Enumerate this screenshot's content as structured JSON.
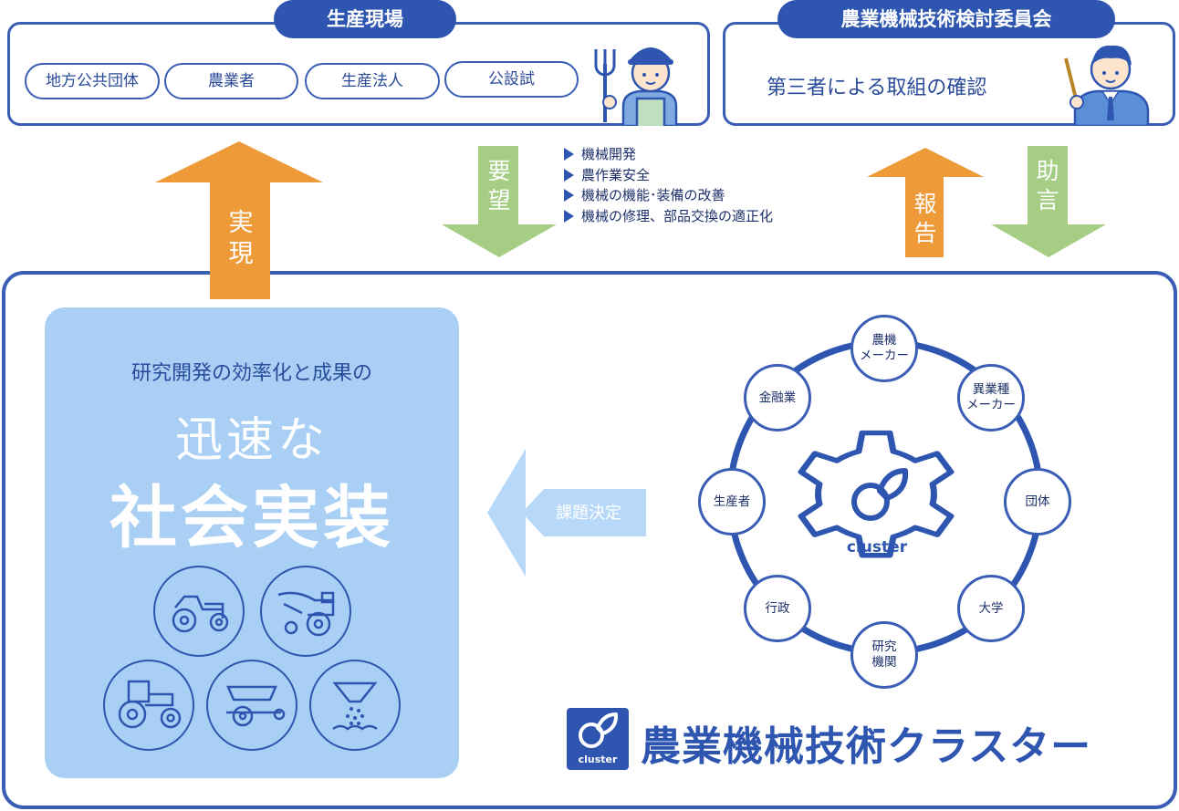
{
  "colors": {
    "primary": "#2e56b0",
    "orange": "#ee9a38",
    "green": "#a5cd84",
    "light_blue": "#a9cff5",
    "arrow_blue": "#b7d8f8"
  },
  "top_left": {
    "tab": "生産現場",
    "pills": [
      "地方公共団体",
      "農業者",
      "生産法人",
      "公設試"
    ],
    "icon": "farmer-with-fork-icon"
  },
  "top_right": {
    "tab": "農業機械技術検討委員会",
    "text": "第三者による取組の確認",
    "icon": "businessman-with-pointer-icon"
  },
  "arrows": {
    "realize": "実現",
    "request": "要望",
    "report": "報告",
    "advice": "助言",
    "decide": "課題決定"
  },
  "requests": [
    "機械開発",
    "農作業安全",
    "機械の機能･装備の改善",
    "機械の修理、部品交換の適正化"
  ],
  "result": {
    "subtitle": "研究開発の効率化と成果の",
    "title1": "迅速な",
    "title2": "社会実装",
    "machine_icons": [
      "tractor-icon",
      "tiller-icon",
      "large-tractor-icon",
      "seeder-icon",
      "fertilizer-spreader-icon"
    ]
  },
  "cluster": {
    "center": "cluster",
    "nodes": [
      {
        "l1": "農機",
        "l2": "メーカー"
      },
      {
        "l1": "異業種",
        "l2": "メーカー"
      },
      {
        "l1": "団体",
        "l2": ""
      },
      {
        "l1": "大学",
        "l2": ""
      },
      {
        "l1": "研究",
        "l2": "機関"
      },
      {
        "l1": "行政",
        "l2": ""
      },
      {
        "l1": "生産者",
        "l2": ""
      },
      {
        "l1": "金融業",
        "l2": ""
      }
    ],
    "logo_small": "cluster",
    "brand": "農業機械技術クラスター"
  }
}
